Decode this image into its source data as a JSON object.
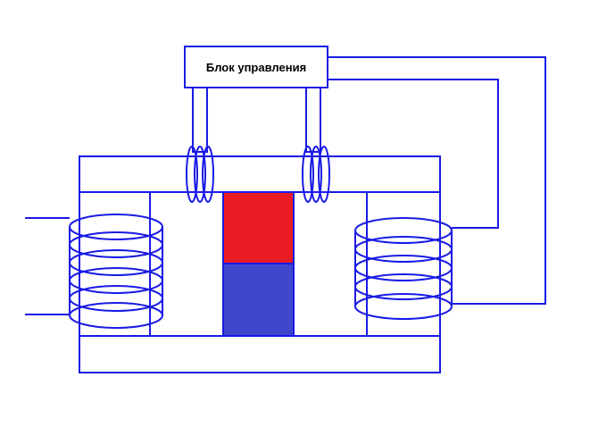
{
  "control_unit": {
    "label": "Блок управления"
  },
  "colors": {
    "line": "#1a1ae6",
    "magnet_north": "#ec1c24",
    "magnet_south": "#3f48cc",
    "background": "#ffffff"
  },
  "left_coil": {
    "turns": 6
  },
  "right_coil": {
    "turns": 5
  },
  "bridge_coils": {
    "turns": 3
  }
}
